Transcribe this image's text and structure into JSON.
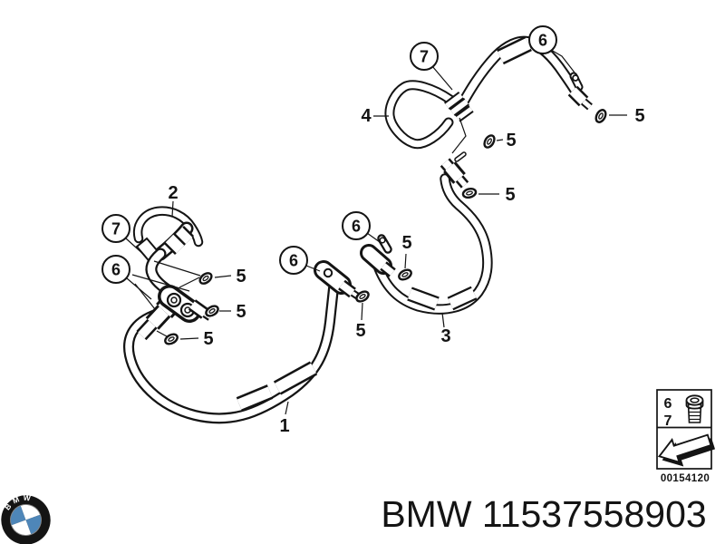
{
  "colors": {
    "line": "#141414",
    "bmw_blue": "#4e86b8"
  },
  "diagram": {
    "part_labels": {
      "p1": "1",
      "p2": "2",
      "p3": "3",
      "p4": "4"
    },
    "oring_label": "5",
    "callouts": {
      "clamp_top": "7",
      "bolt_top": "6",
      "clamp_left": "7",
      "bolt_left": "6",
      "bolt_mid": "6",
      "bolt_right": "6"
    }
  },
  "legend": {
    "fastener_items": {
      "bolt": "6",
      "clamp": "7"
    },
    "code": "00154120",
    "icons": {
      "fastener": "screw-bolt",
      "direction": "arrow-down-left"
    }
  },
  "footer": {
    "logo_text": "BMW",
    "title": "BMW 11537558903"
  }
}
